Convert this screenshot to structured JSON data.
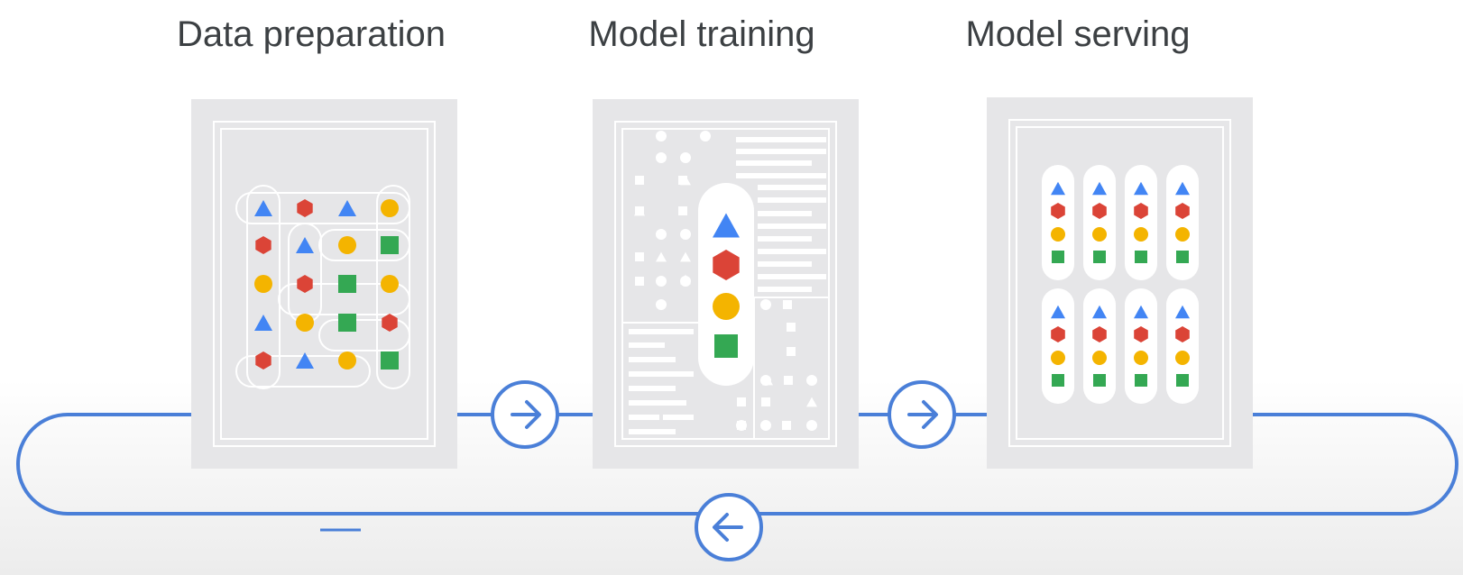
{
  "stages": [
    {
      "id": "data-preparation",
      "title": "Data preparation",
      "icon": "shape-grid-icon"
    },
    {
      "id": "model-training",
      "title": "Model training",
      "icon": "model-document-icon"
    },
    {
      "id": "model-serving",
      "title": "Model serving",
      "icon": "prediction-columns-icon"
    }
  ],
  "loop": {
    "forward_arrow_icon": "arrow-right-circle-icon",
    "return_arrow_icon": "arrow-left-circle-icon"
  },
  "colors": {
    "flow_line": "#4a7fd8",
    "panel_fill": "#e6e6e8",
    "panel_line": "#ffffff",
    "blue_triangle": "#4285f4",
    "red_hexagon": "#db4437",
    "yellow_circle": "#f4b400",
    "green_square": "#34a853"
  }
}
